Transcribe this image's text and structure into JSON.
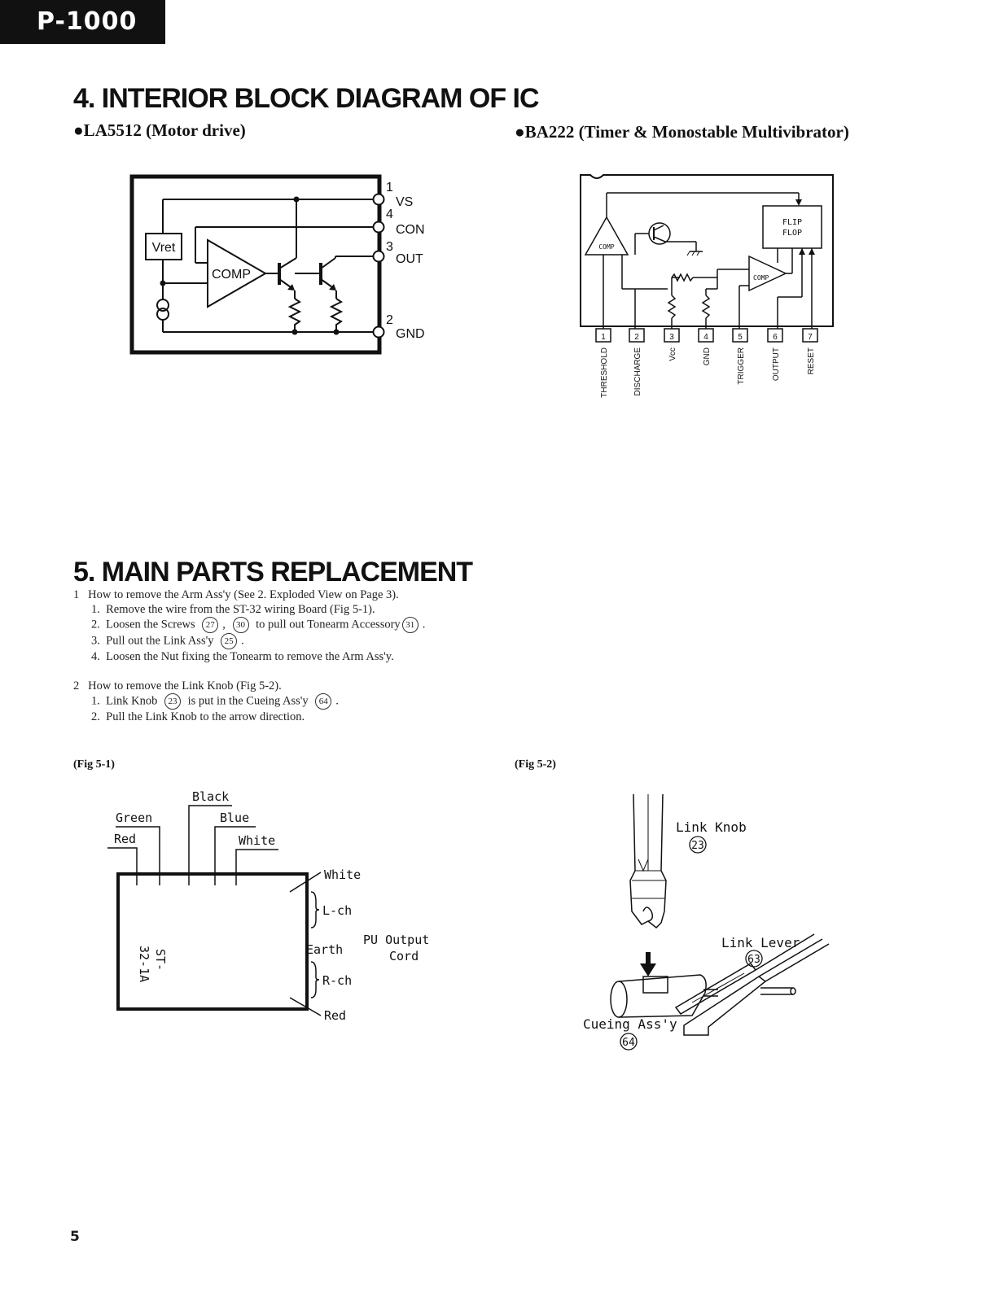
{
  "header": {
    "model": "P-1000"
  },
  "section4": {
    "title": "4. INTERIOR BLOCK DIAGRAM OF IC",
    "left_caption": "●LA5512 (Motor drive)",
    "right_caption": "●BA222 (Timer & Monostable Multivibrator)",
    "la5512": {
      "vret": "Vret",
      "comp": "COMP",
      "pins": [
        {
          "num": "1",
          "name": "VS"
        },
        {
          "num": "4",
          "name": "CON"
        },
        {
          "num": "3",
          "name": "OUT"
        },
        {
          "num": "2",
          "name": "GND"
        }
      ]
    },
    "ba222": {
      "comp_left": "COMP",
      "comp_right": "COMP",
      "flip": "FLIP",
      "flop": "FLOP",
      "pins": [
        {
          "num": "1",
          "name": "THRESHOLD"
        },
        {
          "num": "2",
          "name": "DISCHARGE"
        },
        {
          "num": "3",
          "name": "Vcc"
        },
        {
          "num": "4",
          "name": "GND"
        },
        {
          "num": "5",
          "name": "TRIGGER"
        },
        {
          "num": "6",
          "name": "OUTPUT"
        },
        {
          "num": "7",
          "name": "RESET"
        }
      ]
    }
  },
  "section5": {
    "title": "5. MAIN PARTS REPLACEMENT",
    "item1": {
      "num": "1",
      "text": "How to remove the Arm Ass'y (See 2. Exploded View on Page 3).",
      "steps": [
        {
          "n": "1.",
          "text": "Remove the wire from the ST-32 wiring Board (Fig 5-1)."
        },
        {
          "n": "2.",
          "pre": "Loosen the Screws",
          "c1": "27",
          "mid": ",",
          "c2": "30",
          "post": "to pull out Tonearm Accessory",
          "c3": "31",
          "end": "."
        },
        {
          "n": "3.",
          "pre": "Pull out the Link Ass'y",
          "c1": "25",
          "end": "."
        },
        {
          "n": "4.",
          "text": "Loosen the Nut fixing the Tonearm to remove the Arm Ass'y."
        }
      ]
    },
    "item2": {
      "num": "2",
      "text": "How to remove the Link Knob (Fig 5-2).",
      "steps": [
        {
          "n": "1.",
          "pre": "Link Knob",
          "c1": "23",
          "post": "is put in the Cueing Ass'y",
          "c2": "64",
          "end": "."
        },
        {
          "n": "2.",
          "text": "Pull the Link Knob to the arrow direction."
        }
      ]
    }
  },
  "fig51": {
    "label": "(Fig 5-1)",
    "black": "Black",
    "green": "Green",
    "blue": "Blue",
    "red": "Red",
    "white": "White",
    "board": "ST-\n32-1A",
    "board_l1": "ST-",
    "board_l2": "32-1A",
    "white_r": "White",
    "lch": "L-ch",
    "earth": "Earth",
    "rch": "R-ch",
    "red_r": "Red",
    "pu_output": "PU Output",
    "cord": "Cord"
  },
  "fig52": {
    "label": "(Fig 5-2)",
    "link_knob": "Link Knob",
    "link_knob_num": "23",
    "link_lever": "Link Lever",
    "link_lever_num": "63",
    "cueing": "Cueing Ass'y",
    "cueing_num": "64"
  },
  "footer": {
    "page": "5"
  }
}
